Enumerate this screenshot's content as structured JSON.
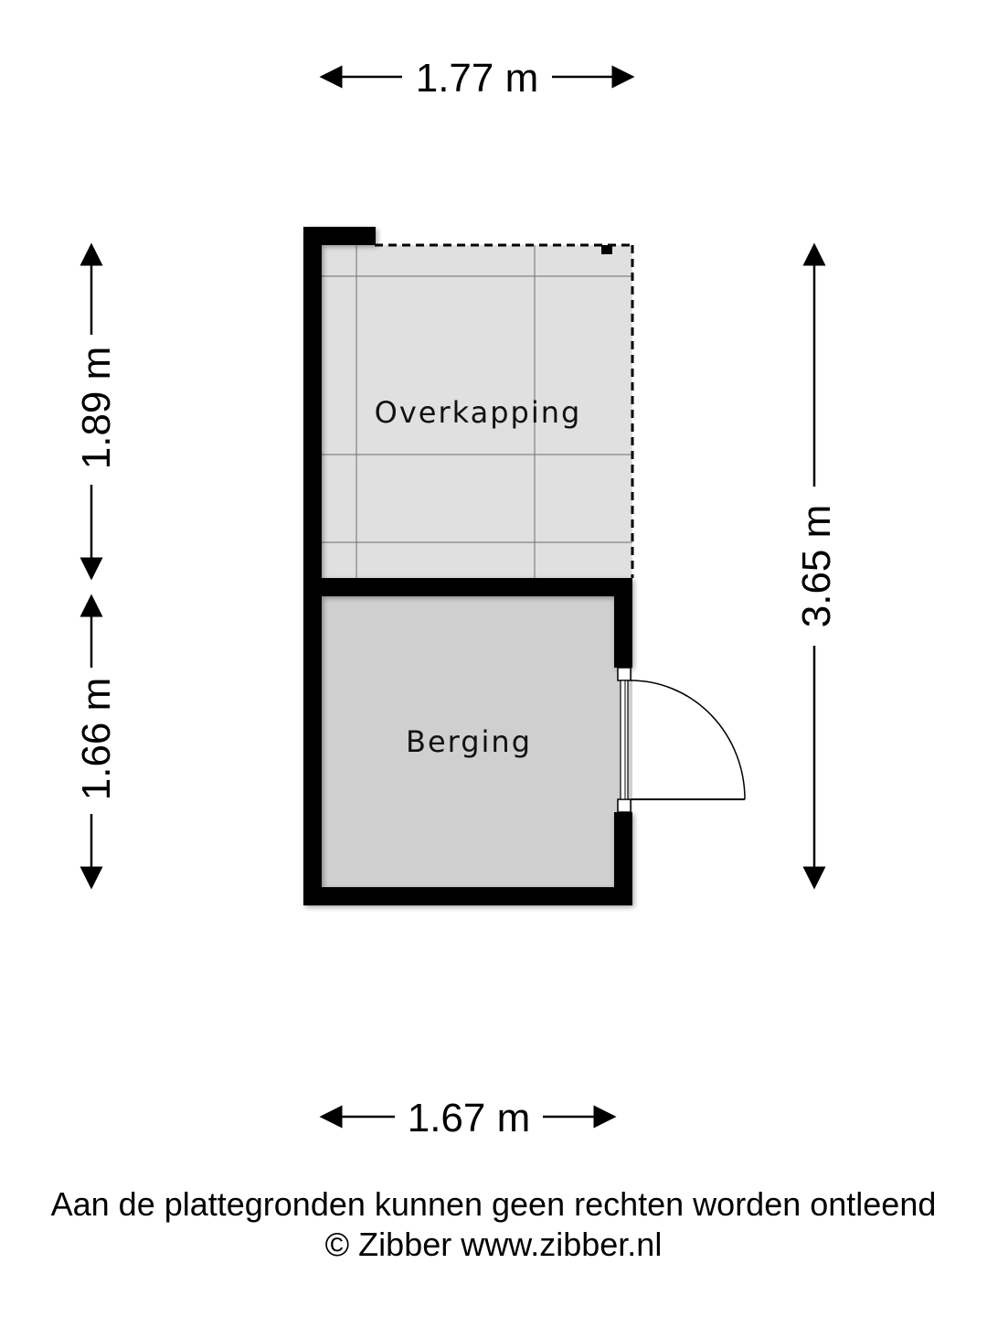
{
  "dimensions": {
    "top_width": "1.77 m",
    "bottom_width": "1.67 m",
    "left_upper": "1.89 m",
    "left_lower": "1.66 m",
    "right_total": "3.65 m"
  },
  "rooms": {
    "overkapping": "Overkapping",
    "berging": "Berging"
  },
  "footer": {
    "disclaimer": "Aan de plattegronden kunnen geen rechten worden ontleend",
    "copyright": "© Zibber www.zibber.nl"
  },
  "colors": {
    "wall": "#000000",
    "overkapping_fill": "#e0e0e0",
    "berging_fill": "#cfcfcf"
  }
}
